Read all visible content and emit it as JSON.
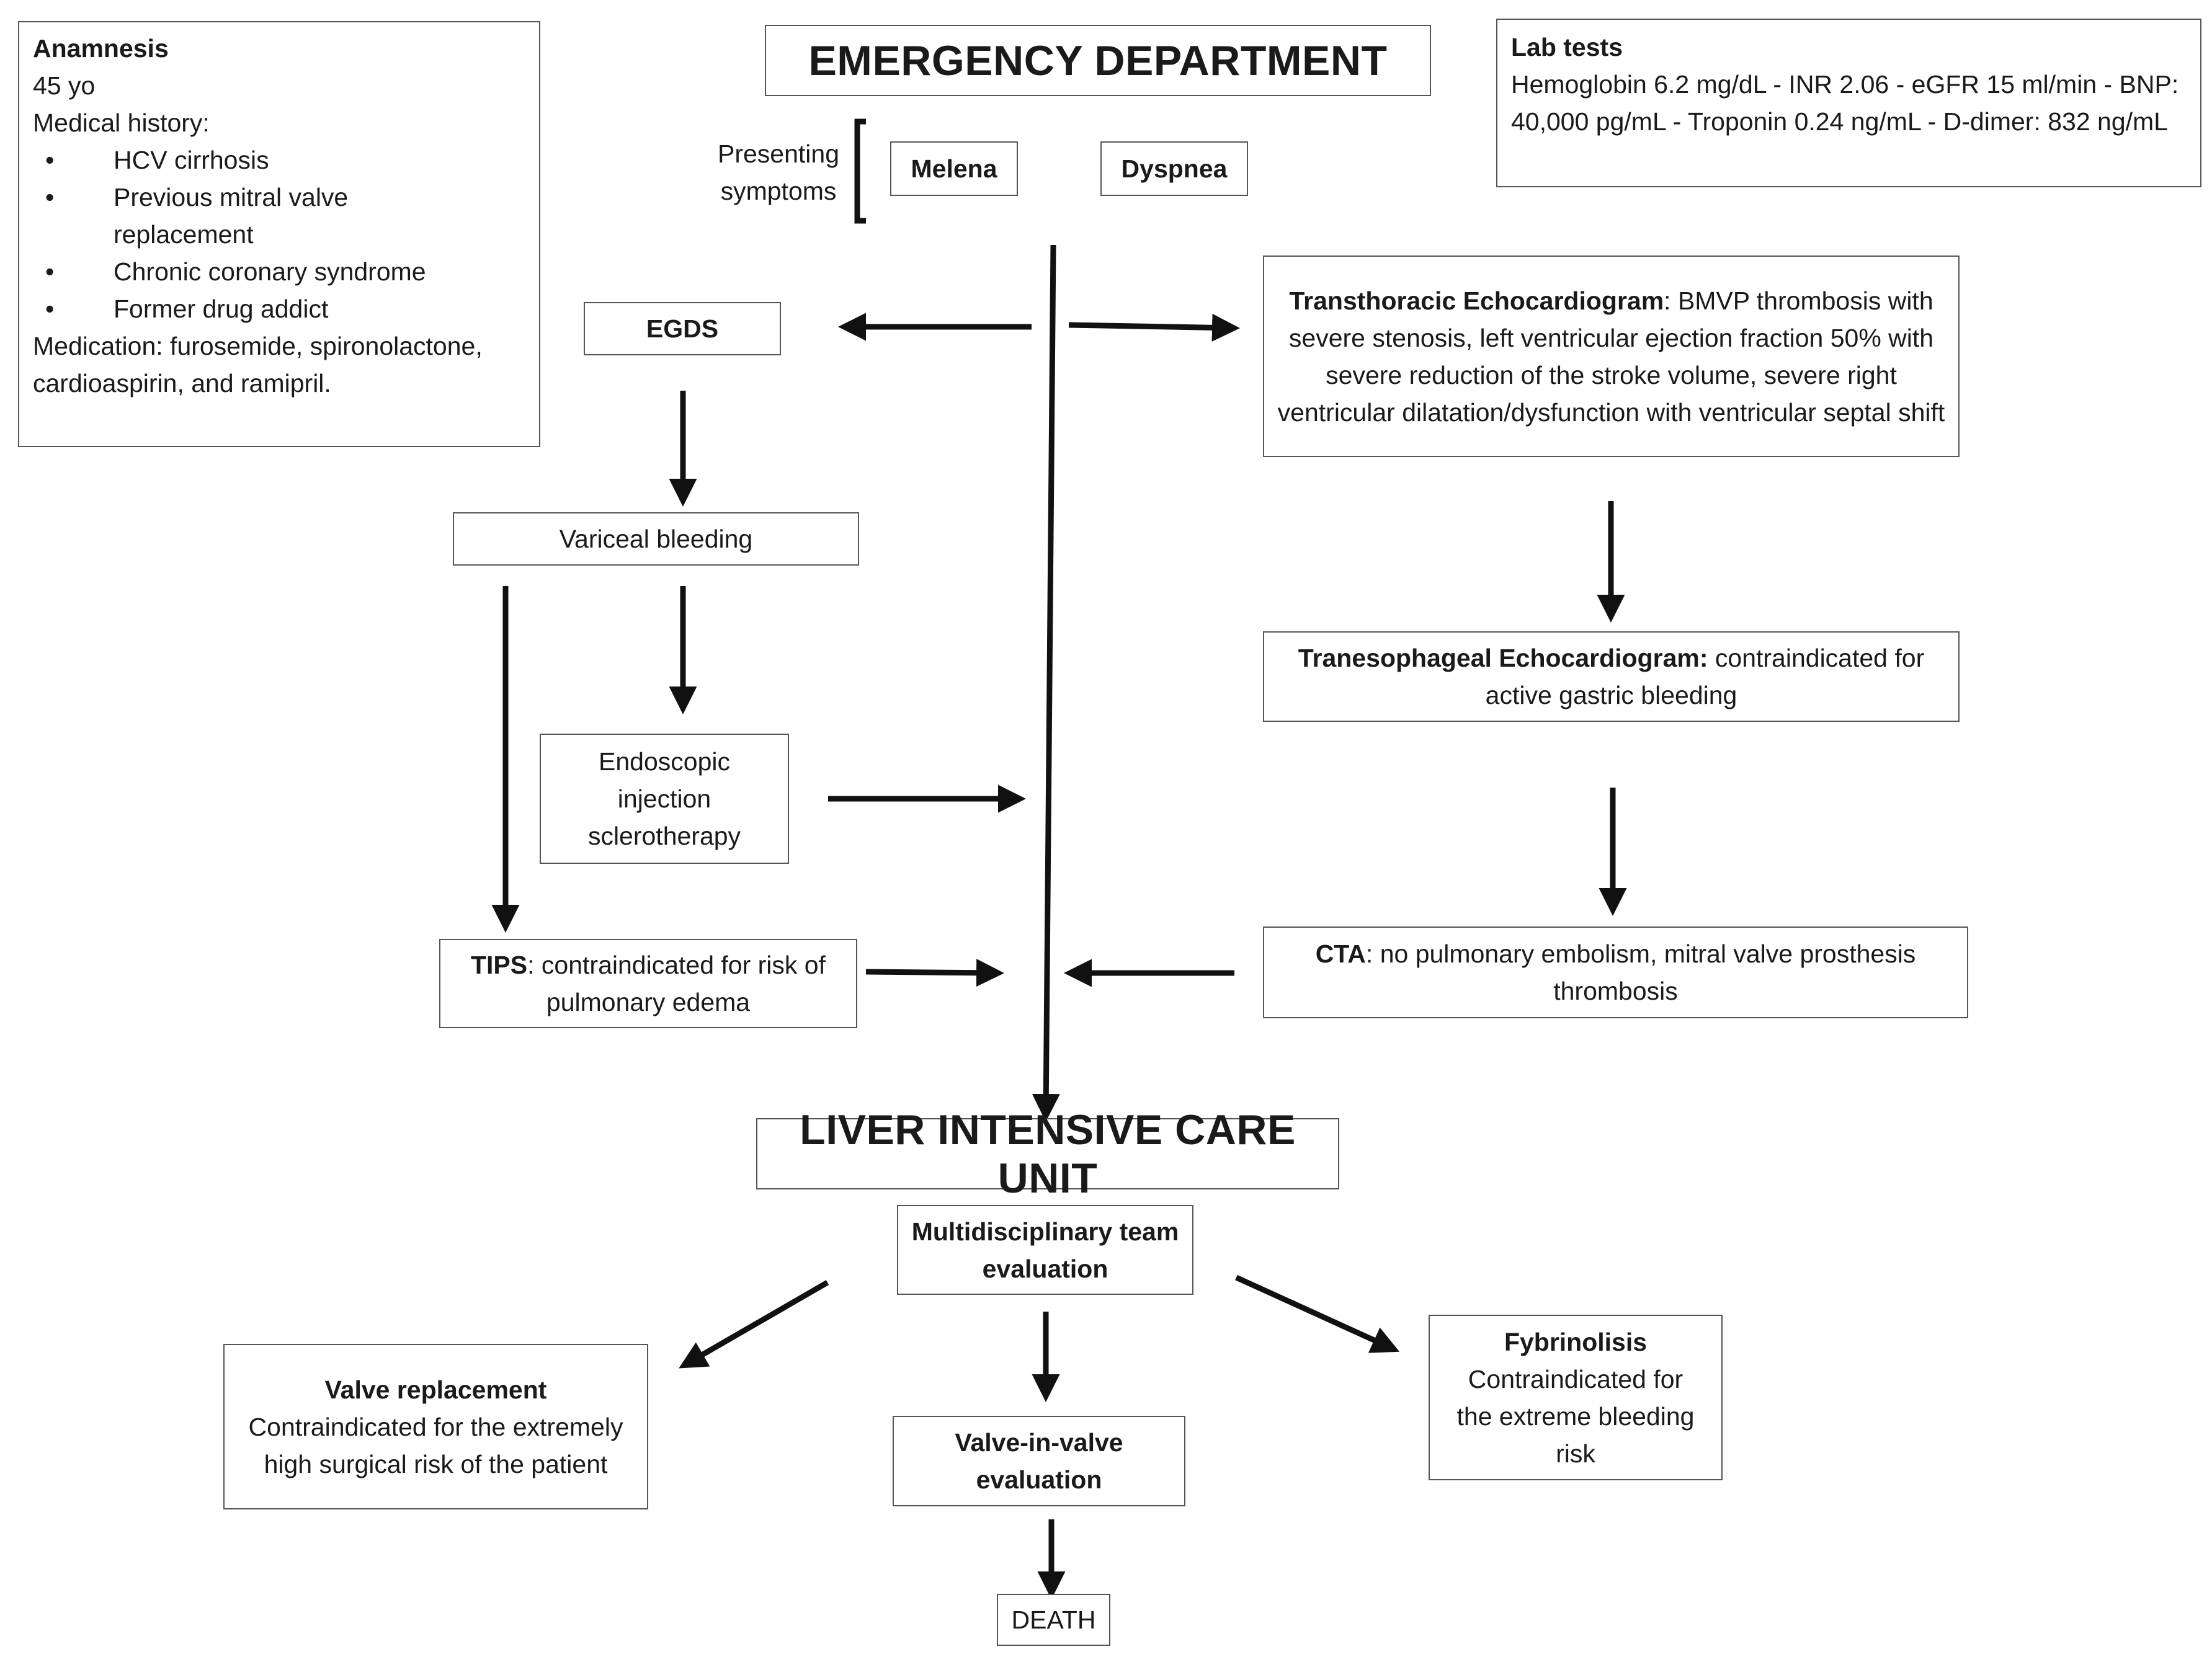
{
  "emergency": {
    "title": "EMERGENCY DEPARTMENT"
  },
  "anamnesis": {
    "title": "Anamnesis",
    "age": "45 yo",
    "history_label": "Medical history:",
    "history": [
      "HCV cirrhosis",
      "Previous mitral valve replacement",
      "Chronic coronary syndrome",
      "Former drug addict"
    ],
    "medication": "Medication: furosemide, spironolactone, cardioaspirin, and ramipril."
  },
  "lab": {
    "title": "Lab tests",
    "text": "Hemoglobin 6.2 mg/dL - INR 2.06 - eGFR 15 ml/min - BNP: 40,000 pg/mL  - Troponin 0.24 ng/mL - D-dimer: 832 ng/mL"
  },
  "symptoms": {
    "label": "Presenting symptoms",
    "items": [
      "Melena",
      "Dyspnea"
    ]
  },
  "egds": "EGDS",
  "variceal": "Variceal bleeding",
  "endoscopic": "Endoscopic injection sclerotherapy",
  "tips": {
    "bold": "TIPS",
    "text": ": contraindicated for risk of pulmonary edema"
  },
  "tte": {
    "bold": "Transthoracic Echocardiogram",
    "text": ": BMVP thrombosis with severe stenosis, left ventricular ejection fraction 50% with severe reduction of the stroke volume, severe right ventricular dilatation/dysfunction with ventricular septal shift"
  },
  "tee": {
    "bold": "Tranesophageal Echocardiogram:",
    "text": " contraindicated for active gastric bleeding"
  },
  "cta": {
    "bold": "CTA",
    "text": ": no pulmonary embolism, mitral valve prosthesis thrombosis"
  },
  "licu": {
    "title": "LIVER INTENSIVE CARE UNIT"
  },
  "mdt": "Multidisciplinary team evaluation",
  "valve_replacement": {
    "title": "Valve replacement",
    "text": "Contraindicated for the extremely high surgical risk of the patient"
  },
  "viv": "Valve-in-valve evaluation",
  "fybrinolisis": {
    "title": "Fybrinolisis",
    "text": "Contraindicated for the extreme bleeding risk"
  },
  "death": "DEATH"
}
